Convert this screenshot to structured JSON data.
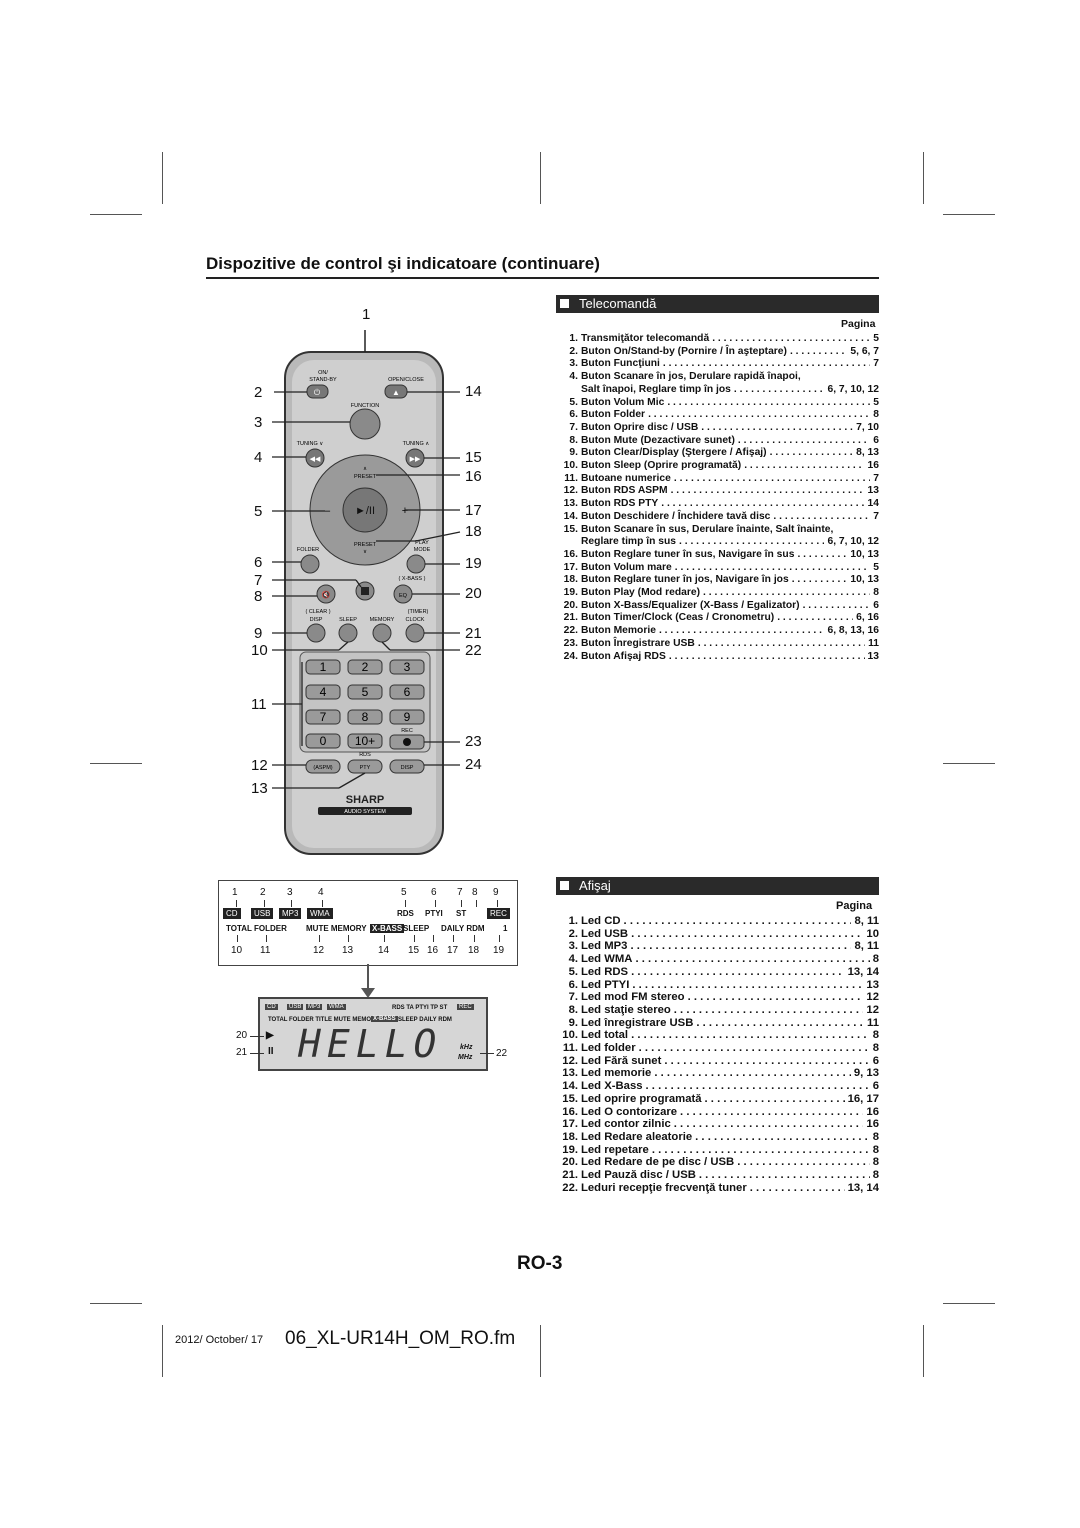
{
  "header": {
    "title": "Dispozitive de control şi indicatoare (continuare)"
  },
  "remote": {
    "callouts_left": [
      "1",
      "2",
      "3",
      "4",
      "5",
      "6",
      "7",
      "8",
      "9",
      "10",
      "11",
      "12",
      "13"
    ],
    "callouts_right": [
      "14",
      "15",
      "16",
      "17",
      "18",
      "19",
      "20",
      "21",
      "22",
      "23",
      "24"
    ],
    "labels": {
      "on_standby": "ON/\nSTAND-BY",
      "open_close": "OPEN/CLOSE",
      "function": "FUNCTION",
      "tuning_down": "TUNING",
      "tuning_up": "TUNING",
      "preset_top": "PRESET",
      "preset_bottom": "PRESET",
      "folder": "FOLDER",
      "play_mode": "PLAY\nMODE",
      "xbass": "( X-BASS )",
      "eq": "EQ",
      "clear": "( CLEAR )",
      "disp": "DISP",
      "sleep": "SLEEP",
      "memory": "MEMORY",
      "timer": "(TIMER)",
      "clock": "CLOCK",
      "keys": [
        "1",
        "2",
        "3",
        "4",
        "5",
        "6",
        "7",
        "8",
        "9",
        "0",
        "10+"
      ],
      "rec": "REC",
      "rds": "RDS",
      "aspm": "(ASPM)",
      "pty": "PTY",
      "disp2": "DISP",
      "brand": "SHARP",
      "audio_system": "AUDIO SYSTEM",
      "vol_minus": "–",
      "vol_plus": "+",
      "play_pause": "►/II"
    }
  },
  "telecomanda": {
    "heading": "Telecomandă",
    "pagina": "Pagina",
    "items": [
      {
        "n": "1.",
        "label": "Transmiţător telecomandă",
        "page": "5"
      },
      {
        "n": "2.",
        "label": "Buton On/Stand-by (Pornire / În aşteptare)",
        "page": "5, 6, 7"
      },
      {
        "n": "3.",
        "label": "Buton Funcţiuni",
        "page": "7"
      },
      {
        "n": "4.",
        "label": "Buton Scanare în jos, Derulare rapidă înapoi,",
        "page": ""
      },
      {
        "n": "",
        "label": "Salt înapoi, Reglare timp în jos",
        "page": "6, 7, 10, 12"
      },
      {
        "n": "5.",
        "label": "Buton Volum Mic",
        "page": "5"
      },
      {
        "n": "6.",
        "label": "Buton Folder",
        "page": "8"
      },
      {
        "n": "7.",
        "label": "Buton Oprire disc / USB",
        "page": "7, 10"
      },
      {
        "n": "8.",
        "label": "Buton Mute (Dezactivare sunet)",
        "page": "6"
      },
      {
        "n": "9.",
        "label": "Buton Clear/Display (Ştergere / Afişaj)",
        "page": "8, 13"
      },
      {
        "n": "10.",
        "label": "Buton Sleep (Oprire programată)",
        "page": "16"
      },
      {
        "n": "11.",
        "label": "Butoane numerice",
        "page": "7"
      },
      {
        "n": "12.",
        "label": "Buton RDS ASPM",
        "page": "13"
      },
      {
        "n": "13.",
        "label": "Buton RDS PTY",
        "page": "14"
      },
      {
        "n": "14.",
        "label": "Buton Deschidere / Închidere tavă disc",
        "page": "7"
      },
      {
        "n": "15.",
        "label": "Buton Scanare în sus, Derulare înainte, Salt înainte,",
        "page": ""
      },
      {
        "n": "",
        "label": "Reglare timp în sus",
        "page": "6, 7, 10, 12"
      },
      {
        "n": "16.",
        "label": "Buton Reglare tuner în sus, Navigare în sus",
        "page": "10, 13"
      },
      {
        "n": "17.",
        "label": "Buton Volum mare",
        "page": "5"
      },
      {
        "n": "18.",
        "label": "Buton Reglare tuner în jos, Navigare în jos",
        "page": "10, 13"
      },
      {
        "n": "19.",
        "label": "Buton Play (Mod redare)",
        "page": "8"
      },
      {
        "n": "20.",
        "label": "Buton X-Bass/Equalizer (X-Bass / Egalizator)",
        "page": "6"
      },
      {
        "n": "21.",
        "label": "Buton Timer/Clock (Ceas / Cronometru)",
        "page": "6, 16"
      },
      {
        "n": "22.",
        "label": "Buton Memorie",
        "page": "6, 8, 13, 16"
      },
      {
        "n": "23.",
        "label": "Buton Înregistrare USB",
        "page": "11"
      },
      {
        "n": "24.",
        "label": "Buton Afişaj RDS",
        "page": "13"
      }
    ]
  },
  "afisaj": {
    "heading": "Afişaj",
    "pagina": "Pagina",
    "items": [
      {
        "n": "1.",
        "label": "Led CD",
        "page": "8, 11"
      },
      {
        "n": "2.",
        "label": "Led USB",
        "page": "10"
      },
      {
        "n": "3.",
        "label": "Led MP3",
        "page": "8, 11"
      },
      {
        "n": "4.",
        "label": "Led WMA",
        "page": "8"
      },
      {
        "n": "5.",
        "label": "Led RDS",
        "page": "13, 14"
      },
      {
        "n": "6.",
        "label": "Led PTYI",
        "page": "13"
      },
      {
        "n": "7.",
        "label": "Led mod FM stereo",
        "page": "12"
      },
      {
        "n": "8.",
        "label": "Led staţie stereo",
        "page": "12"
      },
      {
        "n": "9.",
        "label": "Led înregistrare USB",
        "page": "11"
      },
      {
        "n": "10.",
        "label": "Led total",
        "page": "8"
      },
      {
        "n": "11.",
        "label": "Led folder",
        "page": "8"
      },
      {
        "n": "12.",
        "label": "Led Fără sunet",
        "page": "6"
      },
      {
        "n": "13.",
        "label": "Led memorie",
        "page": "9, 13"
      },
      {
        "n": "14.",
        "label": "Led X-Bass",
        "page": "6"
      },
      {
        "n": "15.",
        "label": "Led oprire programată",
        "page": "16, 17"
      },
      {
        "n": "16.",
        "label": "Led O contorizare",
        "page": "16"
      },
      {
        "n": "17.",
        "label": "Led contor zilnic",
        "page": "16"
      },
      {
        "n": "18.",
        "label": "Led Redare aleatorie",
        "page": "8"
      },
      {
        "n": "19.",
        "label": "Led repetare",
        "page": "8"
      },
      {
        "n": "20.",
        "label": "Led Redare de pe disc / USB",
        "page": "8"
      },
      {
        "n": "21.",
        "label": "Led Pauză disc / USB",
        "page": "8"
      },
      {
        "n": "22.",
        "label": "Leduri recepţie frecvenţă tuner",
        "page": "13, 14"
      }
    ]
  },
  "display_panel": {
    "top_numbers": [
      "1",
      "2",
      "3",
      "4",
      "5",
      "6",
      "7",
      "8",
      "9"
    ],
    "bottom_numbers": [
      "10",
      "11",
      "12",
      "13",
      "14",
      "15",
      "16",
      "17",
      "18",
      "19"
    ],
    "badges": [
      "CD",
      "USB",
      "MP3",
      "WMA"
    ],
    "rds": "RDS",
    "ptyi": "PTYI",
    "st": "ST",
    "rec": "REC",
    "row2": [
      "TOTAL FOLDER",
      "MUTE MEMORY",
      "X-BASS",
      "SLEEP",
      "DAILY RDM",
      "1"
    ],
    "lcd_top": "RDS TA PTYI TP ST",
    "lcd_row2": "TOTAL FOLDER TITLE MUTE MEMORY",
    "lcd_xbass": "X-BASS",
    "lcd_sleep": "SLEEP  DAILY RDM",
    "lcd_word": "HELLO",
    "khz": "kHz",
    "mhz": "MHz",
    "callouts": [
      "20",
      "21",
      "22"
    ]
  },
  "footer": {
    "page_number": "RO-3",
    "date": "2012/ October/ 17",
    "file": "06_XL-UR14H_OM_RO.fm"
  }
}
